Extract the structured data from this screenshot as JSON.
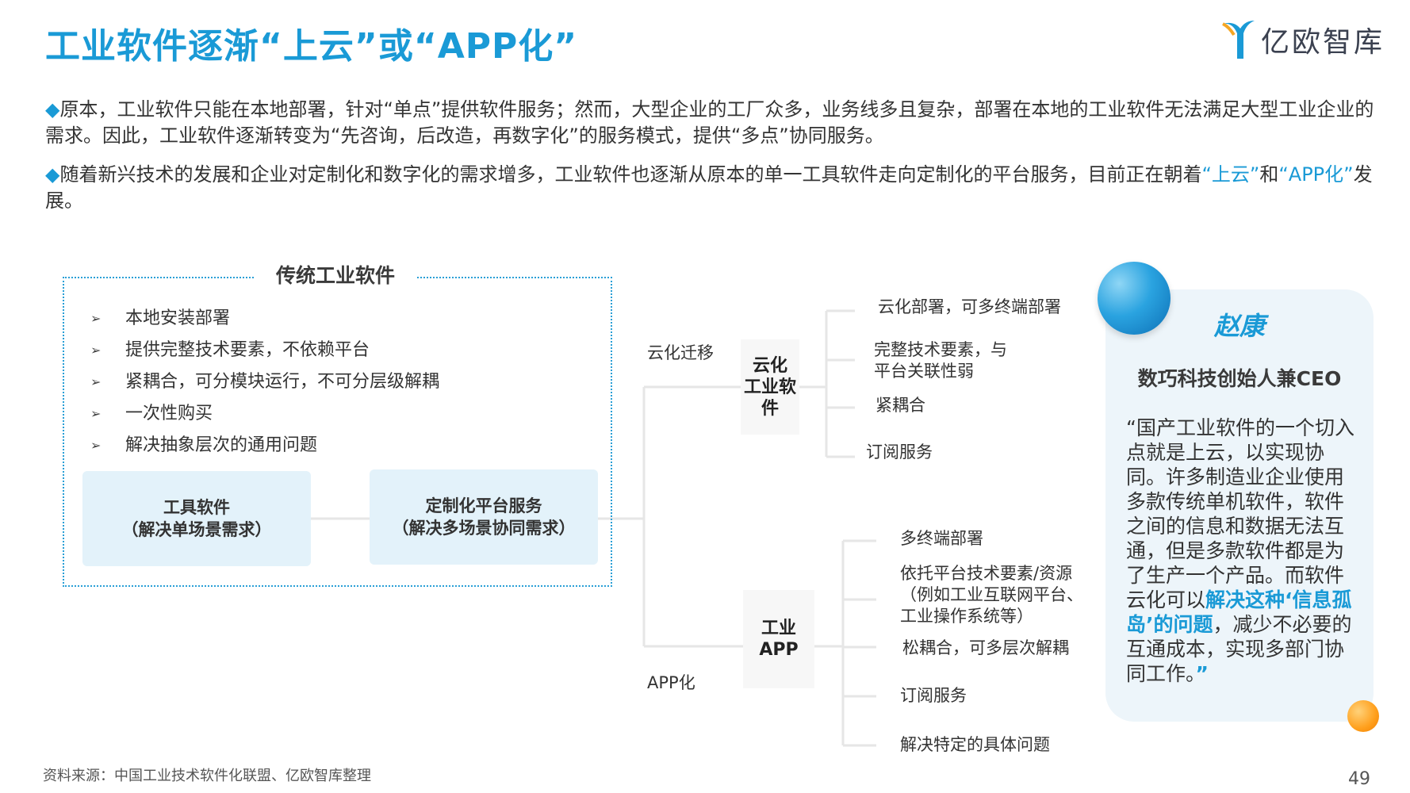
{
  "title": "工业软件逐渐“上云”或“APP化”",
  "logo": {
    "text": "亿欧智库",
    "mark_color": "#1a9ad6"
  },
  "paragraphs": {
    "p1": "原本，工业软件只能在本地部署，针对“单点”提供软件服务；然而，大型企业的工厂众多，业务线多且复杂，部署在本地的工业软件无法满足大型工业企业的需求。因此，工业软件逐渐转变为“先咨询，后改造，再数字化”的服务模式，提供“多点”协同服务。",
    "p2_part1": "随着新兴技术的发展和企业对定制化和数字化的需求增多，工业软件也逐渐从原本的单一工具软件走向定制化的平台服务，目前正在朝着",
    "p2_hl1": "“上云”",
    "p2_part2": "和",
    "p2_hl2": "“APP化”",
    "p2_part3": "发展。",
    "bullet_symbol": "◆"
  },
  "traditional": {
    "title": "传统工业软件",
    "bullet_arrow": "➢",
    "items": [
      "本地安装部署",
      "提供完整技术要素，不依赖平台",
      "紧耦合，可分模块运行，不可分层级解耦",
      "一次性购买",
      "解决抽象层次的通用问题"
    ],
    "tool_box": {
      "line1": "工具软件",
      "line2": "（解决单场景需求）"
    },
    "platform_box": {
      "line1": "定制化平台服务",
      "line2": "（解决多场景协同需求）"
    }
  },
  "branches": {
    "cloud_label": "云化迁移",
    "app_label": "APP化",
    "cloud_node": {
      "line1": "云化",
      "line2": "工业软",
      "line3": "件"
    },
    "app_node": {
      "line1": "工业",
      "line2": "APP"
    },
    "cloud_leaves": [
      "云化部署，可多终端部署",
      "完整技术要素，与\n平台关联性弱",
      "紧耦合",
      "订阅服务"
    ],
    "app_leaves": [
      "多终端部署",
      "依托平台技术要素/资源\n（例如工业互联网平台、\n工业操作系统等）",
      "松耦合，可多层次解耦",
      "订阅服务",
      "解决特定的具体问题"
    ]
  },
  "quote": {
    "name": "赵康",
    "role": "数巧科技创始人兼CEO",
    "text_part1": "“国产工业软件的一个切入点就是上云，以实现协同。许多制造业企业使用多款传统单机软件，软件之间的信息和数据无法互通，但是多款软件都是为了生产一个产品。而软件云化可以",
    "text_bold": "解决这种‘信息孤岛’的问题",
    "text_part2": "，减少不必要的互通成本，实现多部门协同工作。",
    "text_close": "”"
  },
  "footer": {
    "source": "资料来源：中国工业技术软件化联盟、亿欧智库整理",
    "page": "49"
  },
  "colors": {
    "accent": "#1a9ad6",
    "box_fill": "#e3f2fa",
    "card_fill": "#edf5fa",
    "orange": "#ff9f1c"
  }
}
